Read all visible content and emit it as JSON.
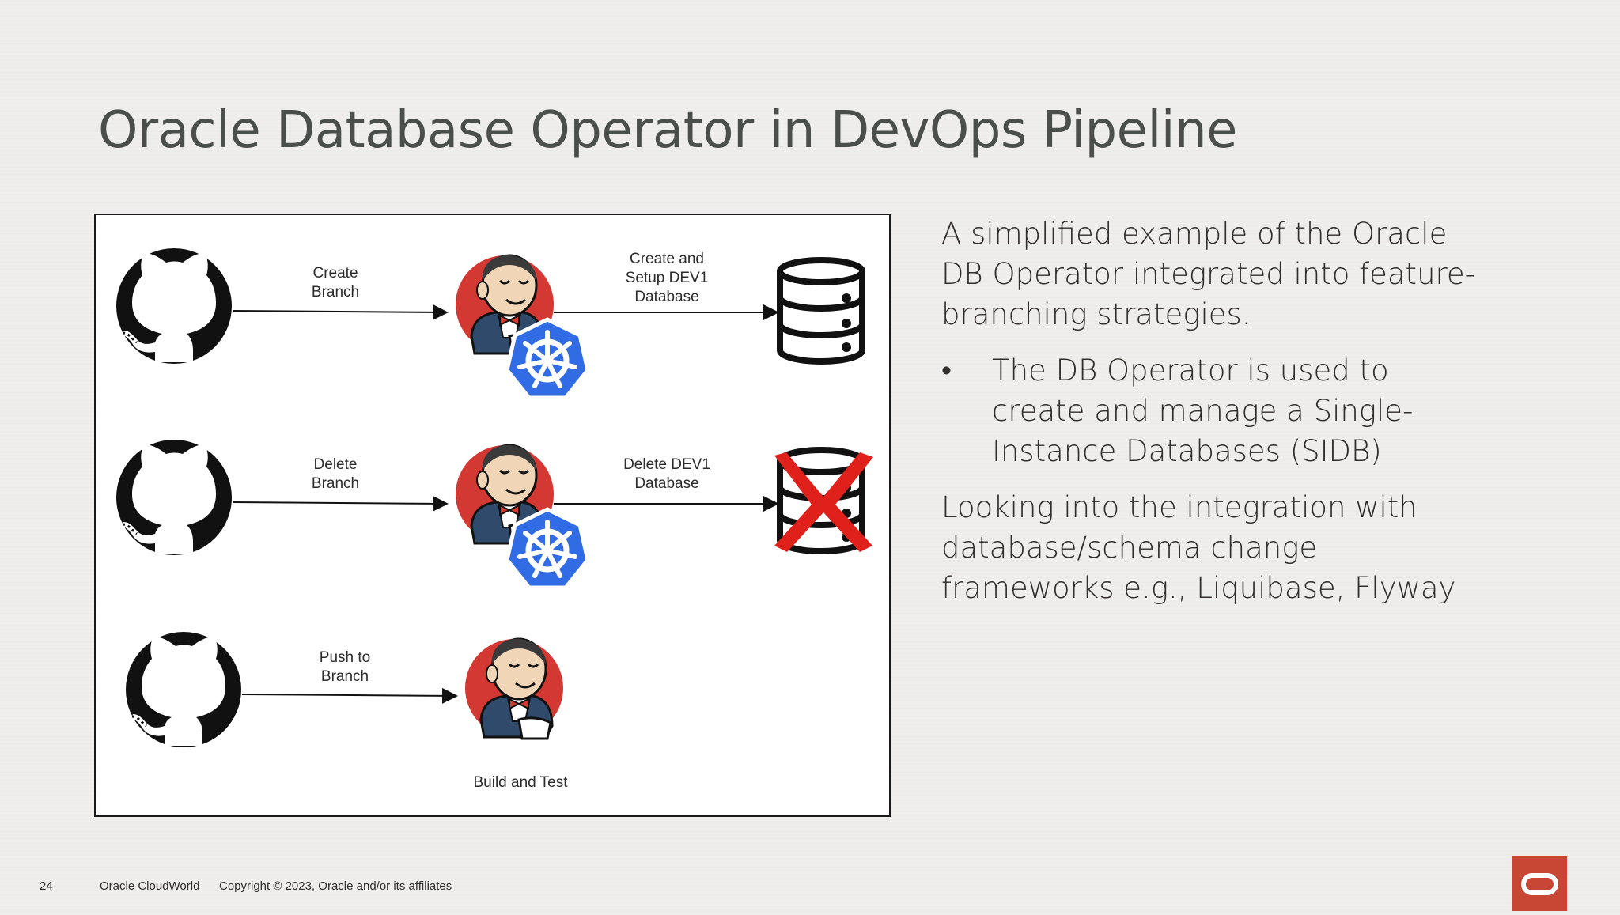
{
  "slide": {
    "title": "Oracle Database Operator in DevOps Pipeline",
    "page_number": "24",
    "brand": "Oracle CloudWorld",
    "copyright": "Copyright © 2023, Oracle and/or its affiliates"
  },
  "diagram": {
    "rows": [
      {
        "step_label_1": "Create",
        "step_label_2": "Branch",
        "db_label_1": "Create  and",
        "db_label_2": "Setup DEV1",
        "db_label_3": "Database"
      },
      {
        "step_label_1": "Delete",
        "step_label_2": "Branch",
        "db_label_1": "Delete DEV1",
        "db_label_2": "Database"
      },
      {
        "step_label_1": "Push to",
        "step_label_2": "Branch",
        "result_label": "Build and Test"
      }
    ]
  },
  "text": {
    "para1": "A simplified example of the Oracle DB Operator integrated into feature-branching strategies.",
    "bullet_marker": "•",
    "bullet1": "The  DB Operator is used to create and manage a  Single-Instance Databases (SIDB)",
    "para2": "Looking into the integration with database/schema change frameworks e.g., Liquibase, Flyway"
  },
  "colors": {
    "title": "#4a4f4c",
    "oracle_red": "#c74634",
    "kubernetes_blue": "#326ce5",
    "jenkins_red": "#d33833",
    "delete_x": "#e0201b"
  }
}
